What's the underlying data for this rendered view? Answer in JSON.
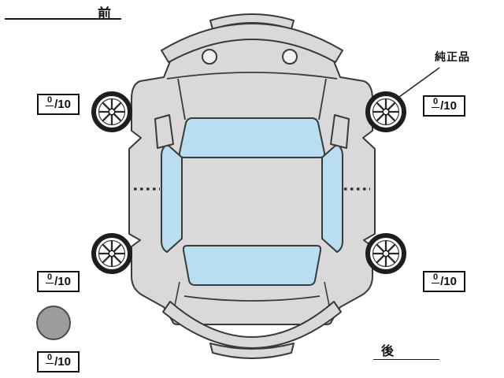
{
  "labels": {
    "front": "前",
    "rear": "後",
    "genuine_part": "純正品"
  },
  "scores": {
    "front_left": {
      "value": "0",
      "denominator": "/10"
    },
    "front_right": {
      "value": "0",
      "denominator": "/10"
    },
    "rear_left": {
      "value": "0",
      "denominator": "/10"
    },
    "rear_right": {
      "value": "0",
      "denominator": "/10"
    },
    "spare": {
      "value": "0",
      "denominator": "/10"
    }
  },
  "diagram": {
    "type": "car-top-view-tire-condition",
    "wheels": [
      "front-left",
      "front-right",
      "rear-left",
      "rear-right"
    ],
    "spare_tire_shown": true
  },
  "colors": {
    "body_fill": "#d9d9d9",
    "outline": "#3a3a3a",
    "window_fill": "#b9ddf1",
    "spare_fill": "#9c9c9c",
    "background": "#ffffff"
  }
}
